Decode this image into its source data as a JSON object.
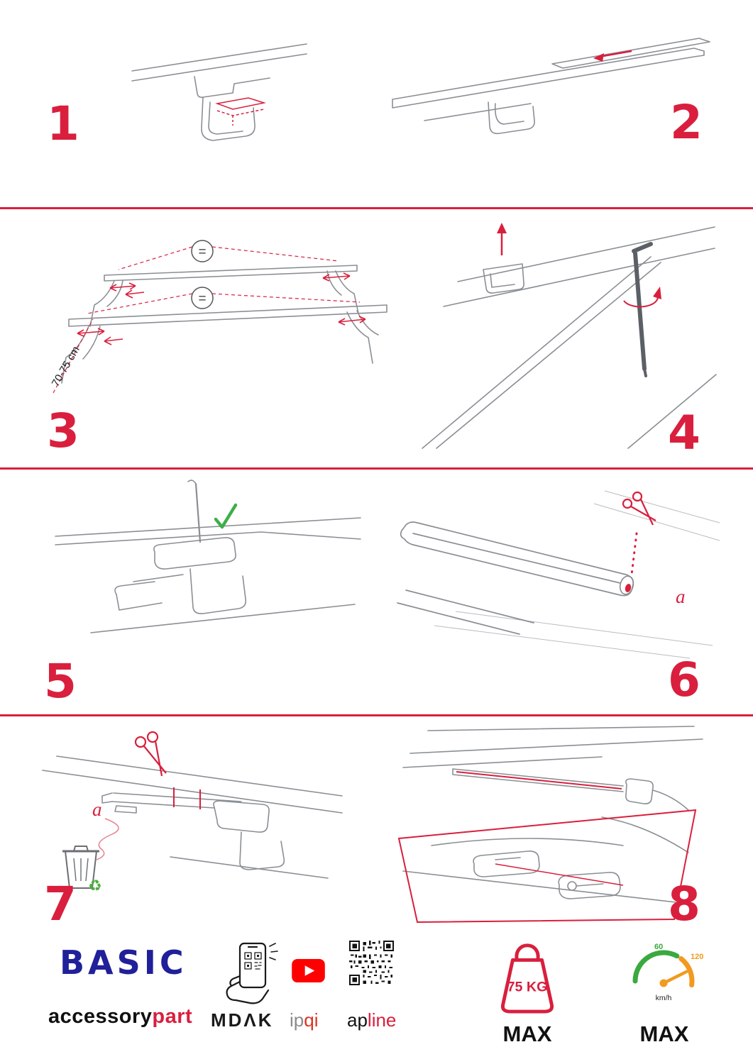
{
  "steps": {
    "s1": {
      "number": "1"
    },
    "s2": {
      "number": "2"
    },
    "s3": {
      "number": "3",
      "equals": "=",
      "measure": "70-75 cm"
    },
    "s4": {
      "number": "4"
    },
    "s5": {
      "number": "5"
    },
    "s6": {
      "number": "6",
      "part_label": "a"
    },
    "s7": {
      "number": "7",
      "part_label": "a"
    },
    "s8": {
      "number": "8"
    }
  },
  "icons": {
    "recycle": "♻"
  },
  "footer": {
    "logo": "BASIC",
    "brand_black": "accessory",
    "brand_red": "part",
    "partner_mdak": "MDΛK",
    "partner_ipqi_gray": "ip",
    "partner_ipqi_red": "qi",
    "partner_apline_black": "ap",
    "partner_apline_red": "line",
    "weight_value": "75 KG",
    "weight_max": "MAX",
    "speed_low": "60",
    "speed_high": "120",
    "speed_unit": "km/h",
    "speed_max": "MAX"
  },
  "colors": {
    "accent_red": "#d91f3d",
    "logo_blue": "#20209a",
    "check_green": "#3fae49",
    "gauge_green": "#3aa93f",
    "gauge_orange": "#f29a1f",
    "youtube_red": "#ff0000"
  }
}
